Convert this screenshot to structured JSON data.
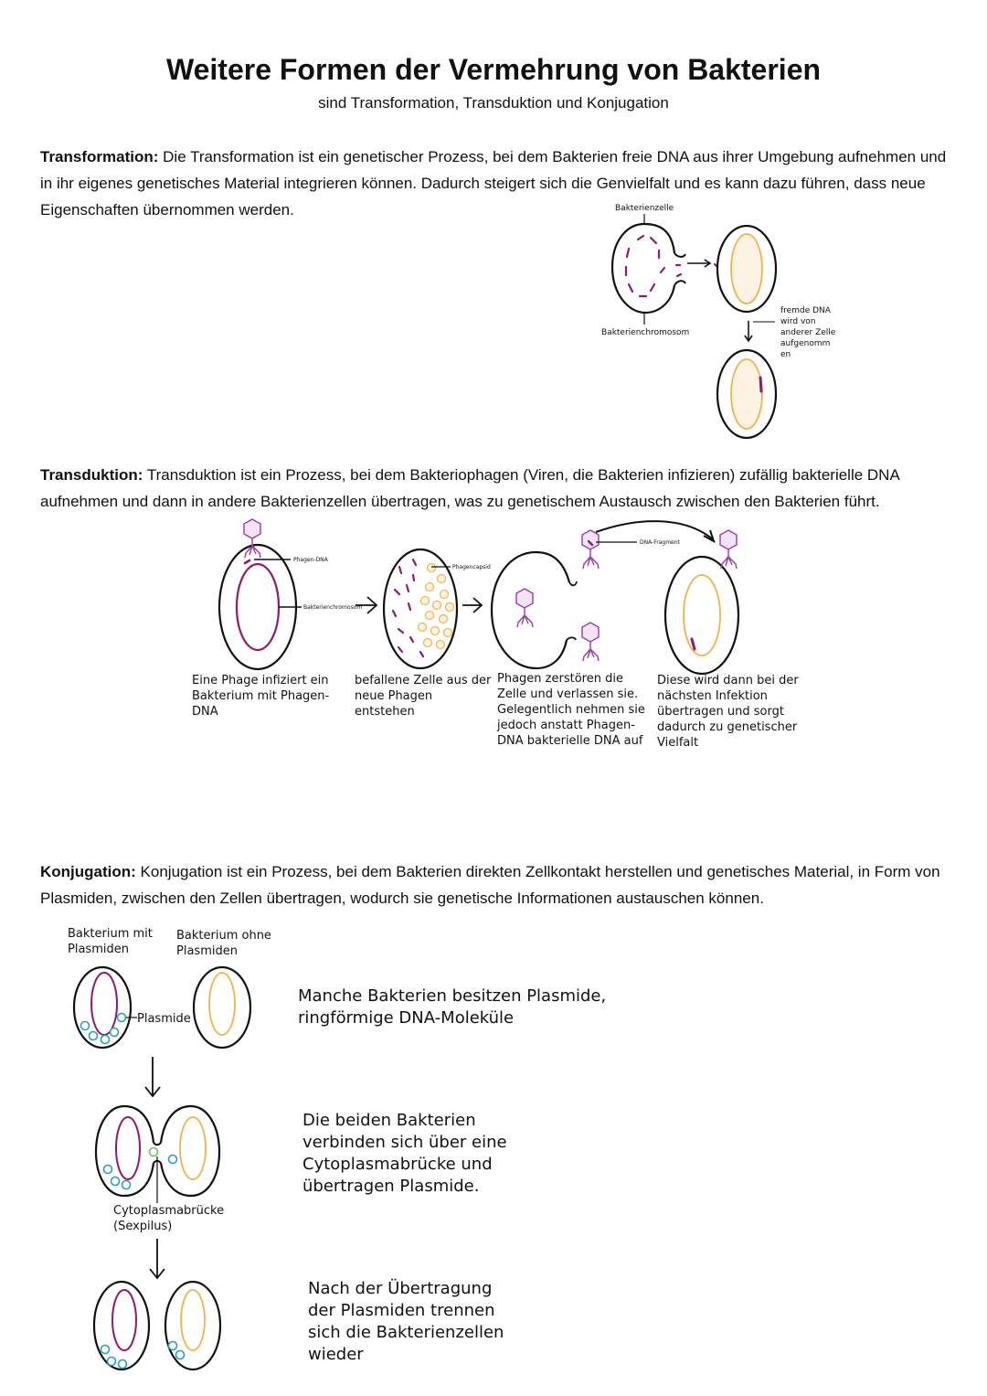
{
  "title": "Weitere Formen der Vermehrung von Bakterien",
  "subtitle": "sind Transformation, Transduktion und Konjugation",
  "transformation": {
    "heading": "Transformation:",
    "text": "Die Transformation ist ein genetischer Prozess, bei dem Bakterien freie DNA aus ihrer Umgebung aufnehmen und in ihr eigenes genetisches Material integrieren können. Dadurch steigert sich die Genvielfalt und es kann dazu führen, dass neue Eigenschaften übernommen werden.",
    "label_cell": "Bakterienzelle",
    "label_chromosome": "Bakterienchromosom",
    "label_foreign": "fremde DNA wird von anderer Zelle aufgenomm en"
  },
  "transduction": {
    "heading": "Transduktion:",
    "text": "Transduktion ist ein Prozess, bei dem Bakteriophagen (Viren, die Bakterien infizieren) zufällig bakterielle DNA aufnehmen und dann in andere Bakterienzellen übertragen, was zu genetischem Austausch zwischen den Bakterien führt.",
    "label_phage_dna": "Phagen-DNA",
    "label_chromosome": "Bakterienchromosom",
    "label_capsid": "Phagencapsid",
    "label_fragment": "DNA-Fragment",
    "caption1": "Eine Phage infiziert ein Bakterium mit Phagen-DNA",
    "caption2": "befallene Zelle aus der neue Phagen entstehen",
    "caption3": "Phagen zerstören die Zelle und verlassen sie. Gelegentlich nehmen sie jedoch anstatt Phagen-DNA bakterielle DNA auf",
    "caption4": "Diese wird dann bei der nächsten Infektion übertragen und sorgt dadurch zu genetischer Vielfalt"
  },
  "conjugation": {
    "heading": "Konjugation:",
    "text": "Konjugation ist ein Prozess, bei dem Bakterien direkten Zellkontakt herstellen und genetisches Material, in Form von Plasmiden, zwischen den Zellen übertragen, wodurch sie genetische Informationen austauschen können.",
    "label_with": "Bakterium mit Plasmiden",
    "label_without": "Bakterium ohne Plasmiden",
    "label_plasmid": "Plasmide",
    "label_bridge": "Cytoplasmabrücke (Sexpilus)",
    "step1": "Manche Bakterien besitzen Plasmide, ringförmige DNA-Moleküle",
    "step2": "Die beiden Bakterien verbinden sich über eine Cytoplasmabrücke und übertragen Plasmide.",
    "step3": "Nach der Übertragung der Plasmiden trennen sich die Bakterienzellen wieder"
  },
  "colors": {
    "purple": "#8e1a72",
    "orange": "#f2b24a",
    "cream": "#fdf3e2",
    "phage": "#9a3aa8",
    "plasmid": "#2a9fb8"
  }
}
